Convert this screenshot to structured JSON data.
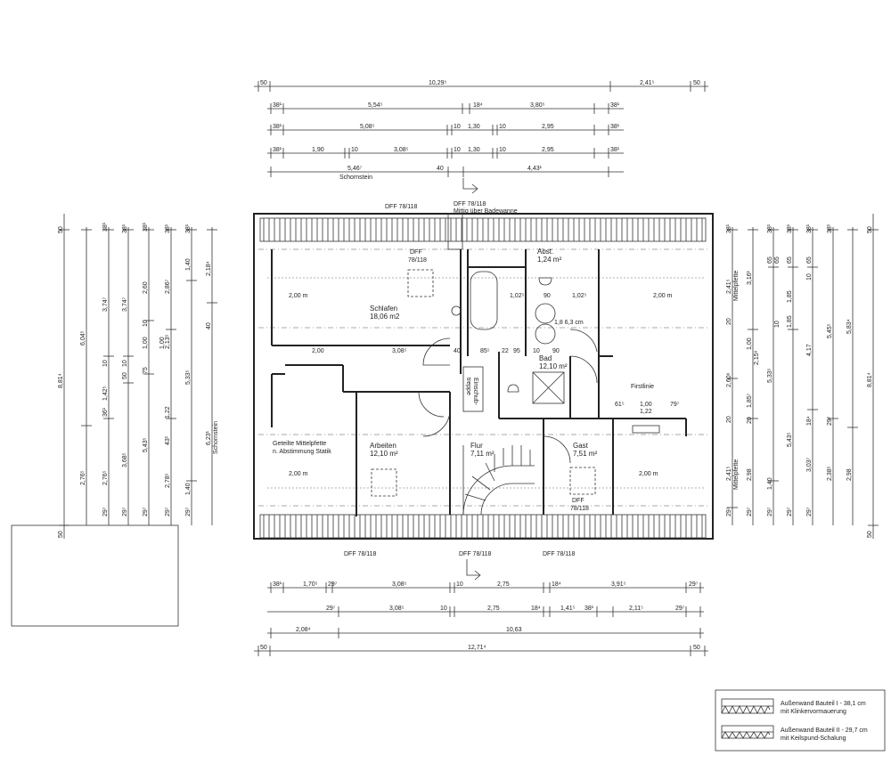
{
  "top_dims": {
    "row1": [
      "50",
      "10,29⁵",
      "2,41⁵",
      "50"
    ],
    "row2": [
      "38¹",
      "5,54⁵",
      "18⁴",
      "3,80⁵",
      "38¹"
    ],
    "row3": [
      "38¹",
      "5,08⁵",
      "10",
      "1,30",
      "10",
      "2,95",
      "38¹"
    ],
    "row4": [
      "38¹",
      "1,90",
      "10",
      "3,08⁵",
      "10",
      "1,30",
      "10",
      "2,95",
      "38¹"
    ],
    "row5": [
      "5,46⁷",
      "40",
      "4,43¹"
    ],
    "chimney": "Schornstein"
  },
  "labels": {
    "dff_top": "DFF 78/118",
    "dff_top2": "DFF 78/118",
    "mittig": "Mittig über Badewanne",
    "dff_bottom1": "DFF 78/118",
    "dff_bottom2": "DFF 78/118",
    "dff_bottom3": "DFF 78/118"
  },
  "rooms": {
    "schlafen": {
      "name": "Schlafen",
      "area": "18,06 m2"
    },
    "abst": {
      "name": "Abst.",
      "area": "1,24 m²"
    },
    "bad": {
      "name": "Bad",
      "area": "12,10 m²"
    },
    "arbeiten": {
      "name": "Arbeiten",
      "area": "12,10 m²"
    },
    "flur": {
      "name": "Flur",
      "area": "7,11 m²"
    },
    "gast": {
      "name": "Gast",
      "area": "7,51 m²"
    }
  },
  "notes": {
    "dff_schlafen_1": "DFF",
    "dff_schlafen_2": "78/118",
    "dff_gast_1": "DFF",
    "dff_gast_2": "78/118",
    "mittelpfette_1": "Geteilte Mittelpfette",
    "mittelpfette_2": "n. Abstimmung Statik",
    "firstlinie": "Firstlinie",
    "einschub_1": "Einschub-",
    "einschub_2": "treppe",
    "h200a": "2,00 m",
    "h200b": "2,00 m",
    "h200c": "2,00 m",
    "h200d": "2,00 m",
    "ring": "1,8 6,3 cm"
  },
  "inner_dims": {
    "d1": "2,00",
    "d2": "3,08⁵",
    "d3": "40",
    "d4": "85⁵",
    "d5": "22",
    "d6": "95",
    "d7": "10",
    "d8": "90",
    "d9": "1,02⁵",
    "d10": "90",
    "d11": "1,02⁵",
    "d12": "1,00",
    "d13": "1,22",
    "d14": "79⁷",
    "d15": "61⁵"
  },
  "bottom_dims": {
    "row1": [
      "38¹",
      "1,70⁵",
      "29⁷",
      "3,08⁵",
      "10",
      "2,75",
      "18⁴",
      "3,91⁵",
      "29⁷"
    ],
    "row2": [
      "29⁷",
      "3,08⁵",
      "10",
      "2,75",
      "18⁴",
      "1,41⁵",
      "38¹",
      "2,11⁵",
      "29⁷"
    ],
    "row3": [
      "2,08⁴",
      "10,63"
    ],
    "row4": [
      "50",
      "12,71⁴",
      "50"
    ]
  },
  "left_dims": {
    "col1": [
      "50",
      "8,81⁴",
      "50"
    ],
    "col2": [
      "6,04⁵",
      "2,76⁵"
    ],
    "col3": [
      "38¹",
      "3,74⁷",
      "10",
      "1,42⁵",
      "36¹",
      "2,76⁵",
      "29⁷"
    ],
    "col4": [
      "38¹",
      "3,74⁷",
      "10",
      "50",
      "3,68⁵",
      "29⁷"
    ],
    "col5": [
      "38¹",
      "2,60",
      "10",
      "75",
      "1,00",
      "5,43⁵",
      "43¹",
      "29⁷"
    ],
    "col6": [
      "38¹",
      "2,86⁷",
      "1,00",
      "2,13⁵",
      "1,22",
      "2,78⁵",
      "29⁷"
    ],
    "col7": [
      "38¹",
      "1,40",
      "40",
      "5,33⁵",
      "1,40",
      "29⁷"
    ],
    "col8": [
      "2,18⁴",
      "6,23¹",
      "Schornstein"
    ]
  },
  "right_dims": {
    "col1": [
      "38¹",
      "2,41⁵",
      "Mittelpfette",
      "2,41⁵",
      "Mittelpfette",
      "29⁷"
    ],
    "col2": [
      "3,16¹",
      "20",
      "1,00",
      "2,15⁶",
      "2,60⁶",
      "20",
      "1,85⁷",
      "20",
      "2,98",
      "29⁷"
    ],
    "col3": [
      "38¹",
      "65",
      "65",
      "5,33⁵",
      "1,40",
      "29⁷"
    ],
    "col4": [
      "38¹",
      "65",
      "1,85",
      "10",
      "5,43⁵",
      "29⁷"
    ],
    "col5": [
      "38¹",
      "65",
      "1,85",
      "10",
      "4,17",
      "18⁴",
      "3,03⁷",
      "29⁷"
    ],
    "col6": [
      "38¹",
      "5,45⁵",
      "29⁷",
      "2,38⁵"
    ],
    "col7": [
      "50",
      "5,83⁴",
      "2,98",
      "8,81⁴",
      "50"
    ]
  },
  "legend": {
    "wall1_a": "Außenwand Bauteil I - 38,1 cm",
    "wall1_b": "mit Klinkervormauerung",
    "wall2_a": "Außenwand Bauteil II - 29,7 cm",
    "wall2_b": "mit Keilspund-Schalung"
  }
}
